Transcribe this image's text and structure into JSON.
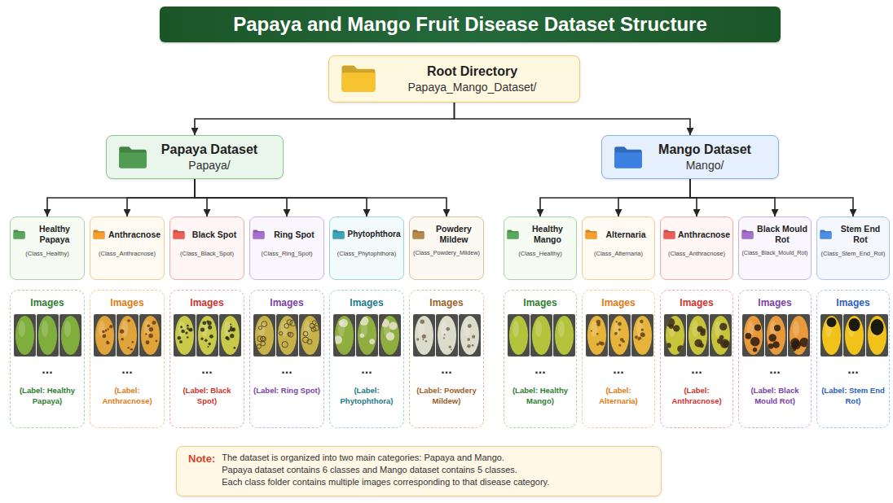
{
  "diagram": {
    "title": "Papaya and Mango Fruit Disease Dataset Structure",
    "nodes": [
      {
        "text": [
          "Root Directory",
          "Papaya_Mango_Dataset/"
        ]
      },
      {
        "text": [
          "Papaya Dataset",
          "Papaya/"
        ]
      },
      {
        "text": [
          "Mango Dataset",
          "Mango/"
        ]
      },
      {
        "text": [
          "Healthy Papaya",
          "(Class_Healthy)"
        ]
      },
      {
        "text": [
          "Anthracnose",
          "(Class_Anthracnose)"
        ]
      },
      {
        "text": [
          "Black Spot",
          "(Class_Black_Spot)"
        ]
      },
      {
        "text": [
          "Ring Spot",
          "(Class_Ring_Spot)"
        ]
      },
      {
        "text": [
          "Phytophthora",
          "(Class_Phytophthora)"
        ]
      },
      {
        "text": [
          "Powdery Mildew",
          "(Class_Powdery_Mildew)"
        ]
      },
      {
        "text": [
          "Healthy Mango",
          "(Class_Healthy)"
        ]
      },
      {
        "text": [
          "Alternaria",
          "(Class_Alternaria)"
        ]
      },
      {
        "text": [
          "Anthracnose",
          "(Class_Anthracnose)"
        ]
      },
      {
        "text": [
          "Black Mould Rot",
          "(Class_Black_Mould_Rot)"
        ]
      },
      {
        "text": [
          "Stem End Rot",
          "(Class_Stem_End_Rot)"
        ]
      },
      {
        "text": [
          "Images",
          "...",
          "(Label: Healthy Papaya)"
        ]
      },
      {
        "text": [
          "Images",
          "...",
          "(Label: Anthracnose)"
        ]
      },
      {
        "text": [
          "Images",
          "...",
          "(Label: Black Spot)"
        ]
      },
      {
        "text": [
          "Images",
          "...",
          "(Label: Ring Spot)"
        ]
      },
      {
        "text": [
          "Images",
          "...",
          "(Label: Phytophthora)"
        ]
      },
      {
        "text": [
          "Images",
          "...",
          "(Label: Powdery Mildew)"
        ]
      },
      {
        "text": [
          "Images",
          "...",
          "(Label: Healthy Mango)"
        ]
      },
      {
        "text": [
          "Images",
          "...",
          "(Label: Alternaria)"
        ]
      },
      {
        "text": [
          "Images",
          "...",
          "(Label: Anthracnose)"
        ]
      },
      {
        "text": [
          "Images",
          "...",
          "(Label: Black Mould Rot)"
        ]
      },
      {
        "text": [
          "Images",
          "...",
          "(Label: Stem End Rot)"
        ]
      },
      {
        "text": [
          "Note:",
          "The dataset is organized into two main categories: Papaya and Mango.",
          "Papaya dataset contains 6 classes and Mango dataset contains 5 classes.",
          "Each class folder contains multiple images corresponding to that disease category."
        ]
      }
    ],
    "edges": [
      {
        "from": 0,
        "to": 1,
        "arrow": "to"
      },
      {
        "from": 0,
        "to": 2,
        "arrow": "to"
      },
      {
        "from": 1,
        "to": 3,
        "arrow": "to"
      },
      {
        "from": 1,
        "to": 4,
        "arrow": "to"
      },
      {
        "from": 1,
        "to": 5,
        "arrow": "to"
      },
      {
        "from": 1,
        "to": 6,
        "arrow": "to"
      },
      {
        "from": 1,
        "to": 7,
        "arrow": "to"
      },
      {
        "from": 1,
        "to": 8,
        "arrow": "to"
      },
      {
        "from": 2,
        "to": 9,
        "arrow": "to"
      },
      {
        "from": 2,
        "to": 10,
        "arrow": "to"
      },
      {
        "from": 2,
        "to": 11,
        "arrow": "to"
      },
      {
        "from": 2,
        "to": 12,
        "arrow": "to"
      },
      {
        "from": 2,
        "to": 13,
        "arrow": "to"
      }
    ]
  }
}
